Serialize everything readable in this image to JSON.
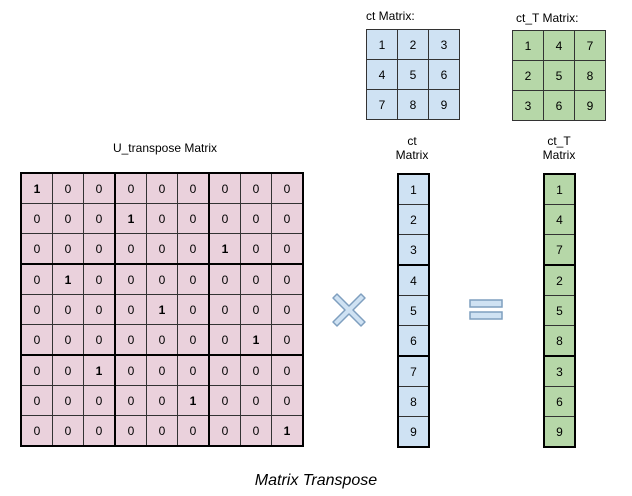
{
  "ct_matrix": {
    "title": "ct Matrix:",
    "rows": [
      [
        "1",
        "2",
        "3"
      ],
      [
        "4",
        "5",
        "6"
      ],
      [
        "7",
        "8",
        "9"
      ]
    ]
  },
  "ct_T_matrix": {
    "title": "ct_T Matrix:",
    "rows": [
      [
        "1",
        "4",
        "7"
      ],
      [
        "2",
        "5",
        "8"
      ],
      [
        "3",
        "6",
        "9"
      ]
    ]
  },
  "u_transpose": {
    "title": "U_transpose Matrix",
    "rows": [
      [
        1,
        0,
        0,
        0,
        0,
        0,
        0,
        0,
        0
      ],
      [
        0,
        0,
        0,
        1,
        0,
        0,
        0,
        0,
        0
      ],
      [
        0,
        0,
        0,
        0,
        0,
        0,
        1,
        0,
        0
      ],
      [
        0,
        1,
        0,
        0,
        0,
        0,
        0,
        0,
        0
      ],
      [
        0,
        0,
        0,
        0,
        1,
        0,
        0,
        0,
        0
      ],
      [
        0,
        0,
        0,
        0,
        0,
        0,
        0,
        1,
        0
      ],
      [
        0,
        0,
        1,
        0,
        0,
        0,
        0,
        0,
        0
      ],
      [
        0,
        0,
        0,
        0,
        0,
        1,
        0,
        0,
        0
      ],
      [
        0,
        0,
        0,
        0,
        0,
        0,
        0,
        0,
        1
      ]
    ]
  },
  "ct_vector": {
    "title_line1": "ct",
    "title_line2": "Matrix",
    "values": [
      "1",
      "2",
      "3",
      "4",
      "5",
      "6",
      "7",
      "8",
      "9"
    ]
  },
  "ct_T_vector": {
    "title_line1": "ct_T",
    "title_line2": "Matrix",
    "values": [
      "1",
      "4",
      "7",
      "2",
      "5",
      "8",
      "3",
      "6",
      "9"
    ]
  },
  "operators": {
    "multiply": "multiply-icon",
    "equals": "equals-icon"
  },
  "caption": "Matrix Transpose",
  "colors": {
    "pink": "#ead1dc",
    "blue": "#cfe2f3",
    "green": "#b6d7a8",
    "operator": "#cfe2f3"
  }
}
